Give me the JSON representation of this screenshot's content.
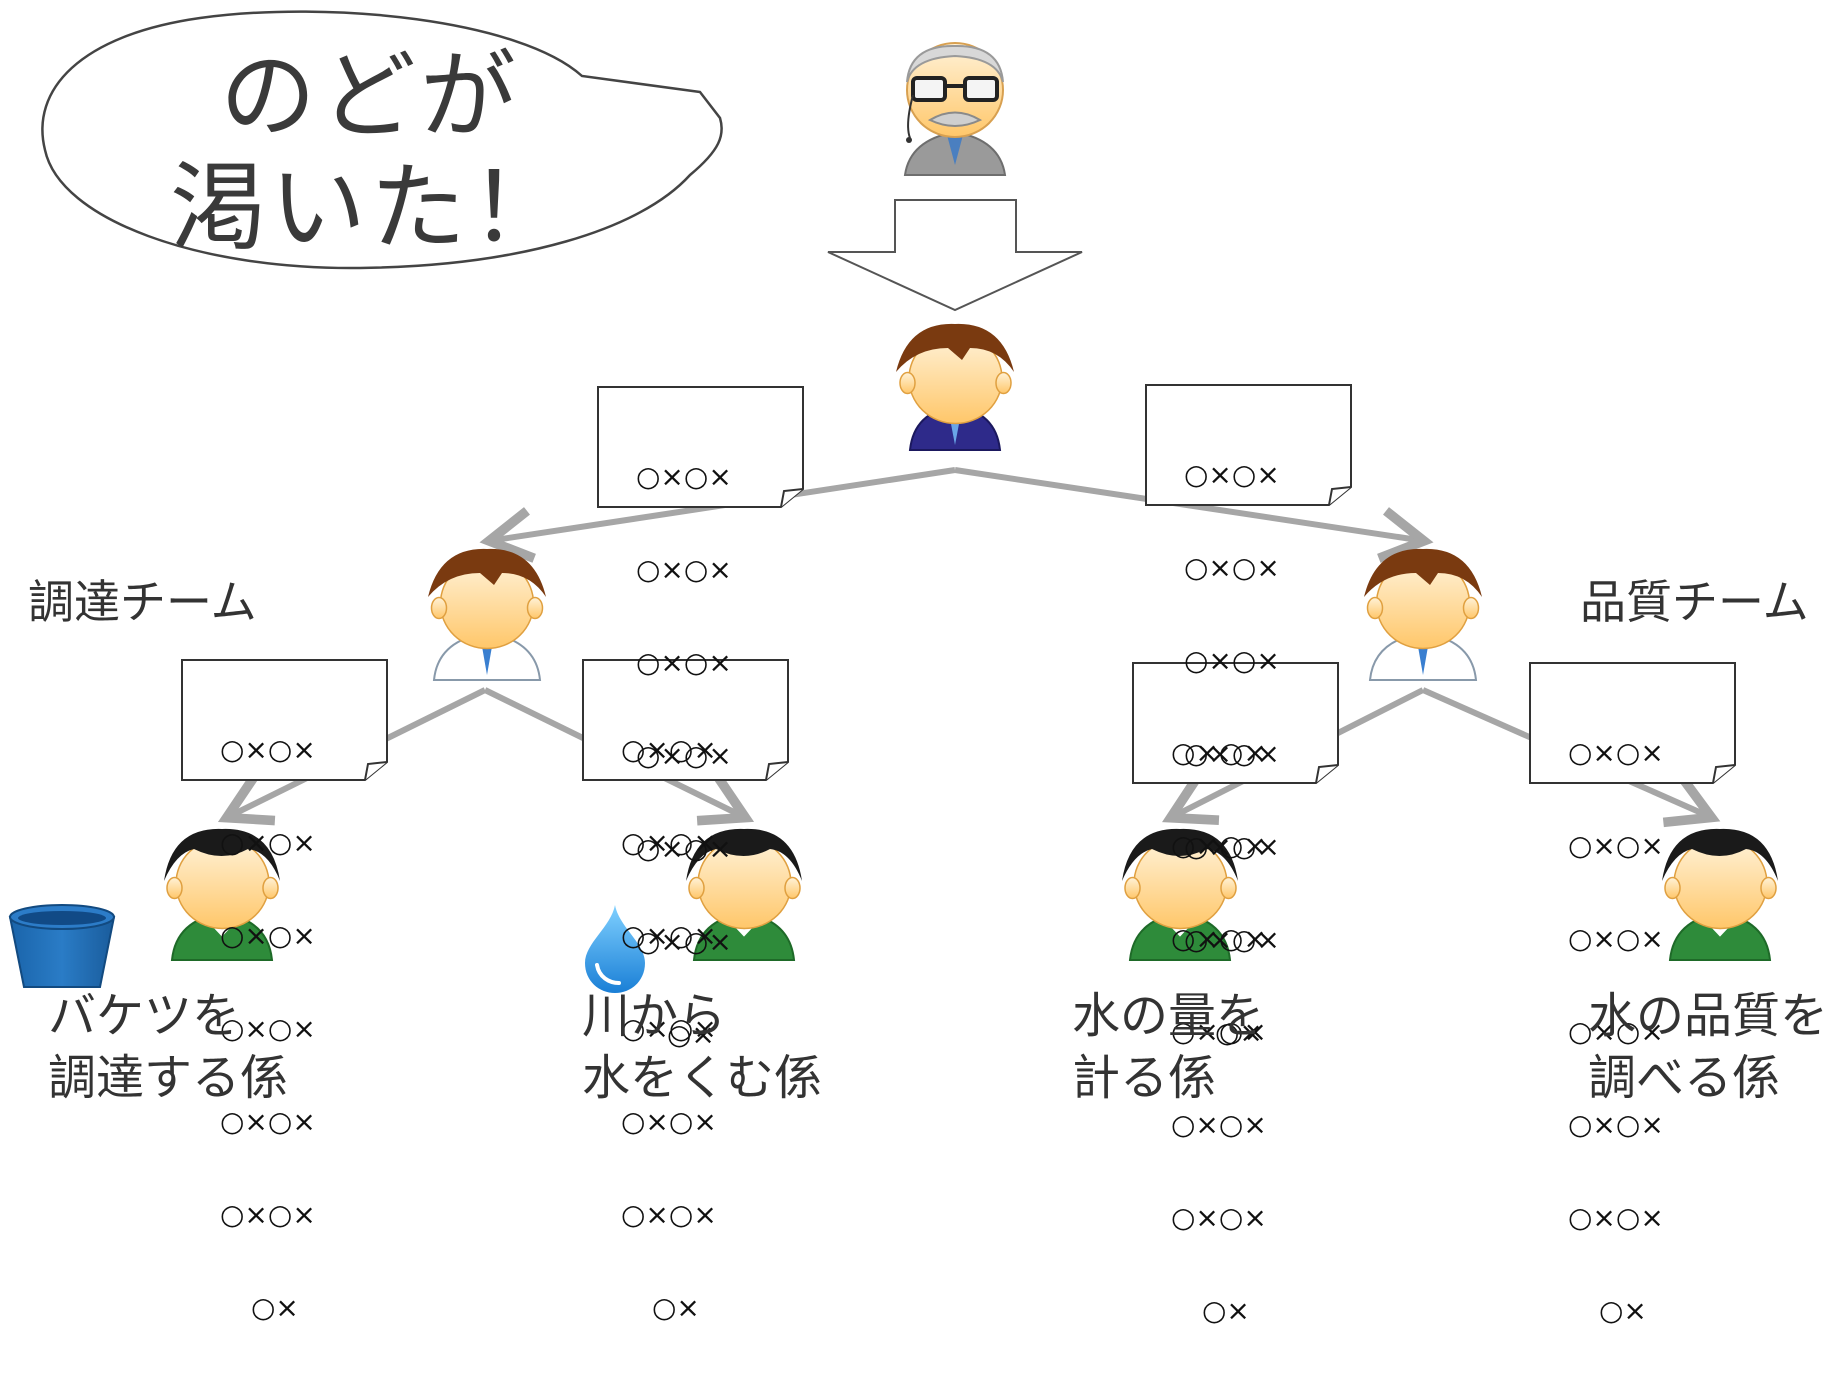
{
  "speech": {
    "line1": "のどが",
    "line2": "渇いた！"
  },
  "teams": {
    "left": "調達チーム",
    "right": "品質チーム"
  },
  "memo": {
    "line": "○×○×",
    "last": "○×"
  },
  "roles": [
    {
      "line1": "バケツを",
      "line2": "調達する係"
    },
    {
      "line1": "川から",
      "line2": "水をくむ係"
    },
    {
      "line1": "水の量を",
      "line2": "計る係"
    },
    {
      "line1": "水の品質を",
      "line2": "調べる係"
    }
  ],
  "colors": {
    "arrow": "#a6a6a6",
    "bucket": "#1f6fb5",
    "suit": "#2e2a8a",
    "tie": "#4a8fd6",
    "green_shirt": "#2e8b3a",
    "hair_brown": "#7a3a10",
    "hair_black": "#1a1a1a",
    "skin": "#ffd08a"
  },
  "icons": [
    "old-man-icon",
    "manager-icon",
    "leader-icon",
    "worker-icon",
    "bucket-icon",
    "water-drop-icon"
  ]
}
